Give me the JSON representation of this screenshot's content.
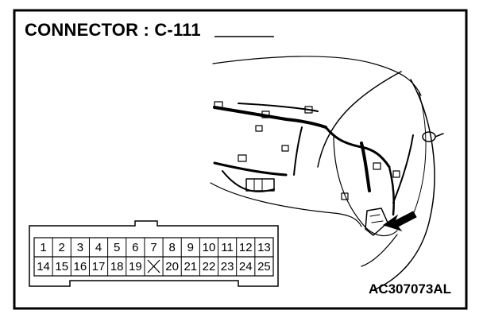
{
  "header": {
    "title": "CONNECTOR : C-111"
  },
  "figure": {
    "id": "AC307073AL"
  },
  "connector": {
    "rows": [
      [
        "1",
        "2",
        "3",
        "4",
        "5",
        "6",
        "7",
        "8",
        "9",
        "10",
        "11",
        "12",
        "13"
      ],
      [
        "14",
        "15",
        "16",
        "17",
        "18",
        "19",
        "X",
        "20",
        "21",
        "22",
        "23",
        "24",
        "25"
      ]
    ]
  }
}
